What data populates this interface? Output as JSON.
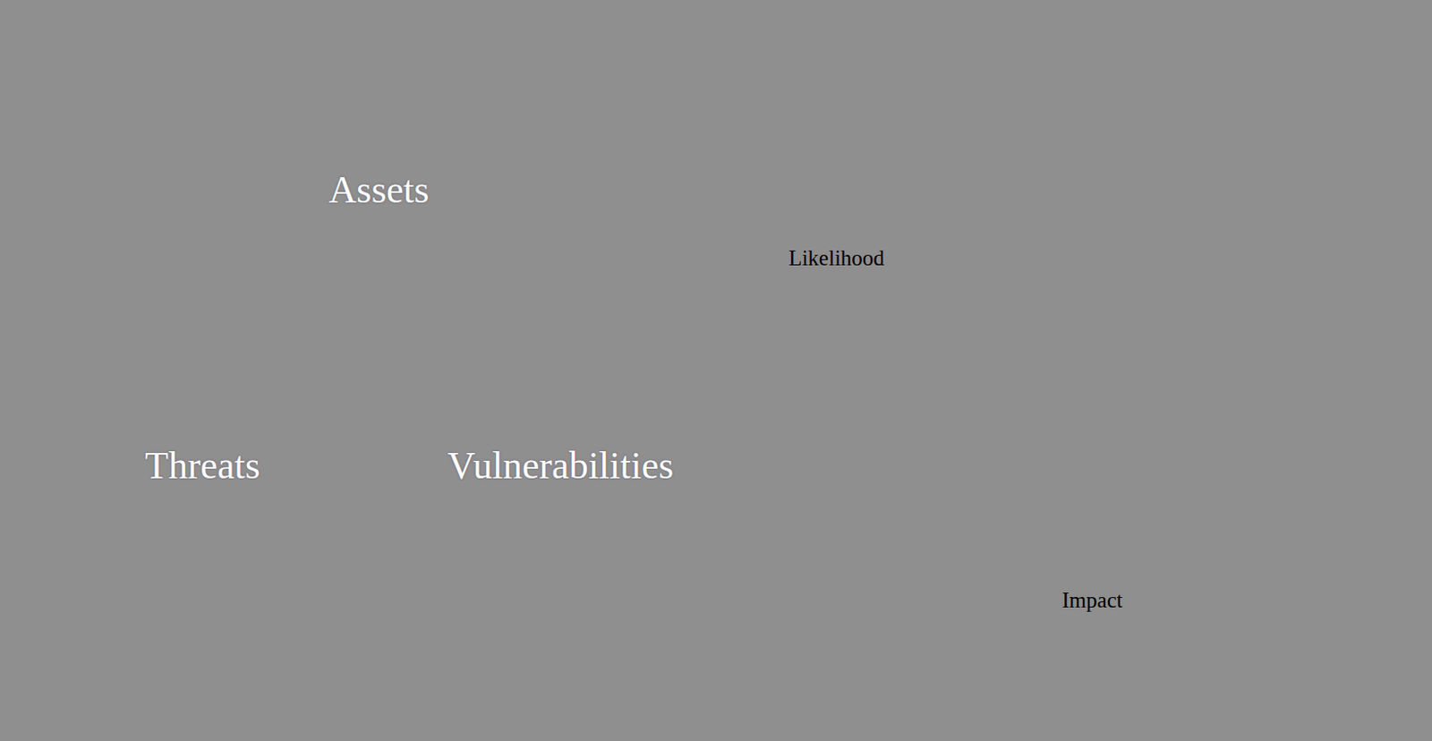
{
  "diagram": {
    "nodes": [
      {
        "text": [
          "Assets"
        ]
      },
      {
        "text": [
          "Threats"
        ]
      },
      {
        "text": [
          "Vulnerabilities"
        ]
      }
    ],
    "labels": [
      "Likelihood",
      "Impact"
    ]
  }
}
